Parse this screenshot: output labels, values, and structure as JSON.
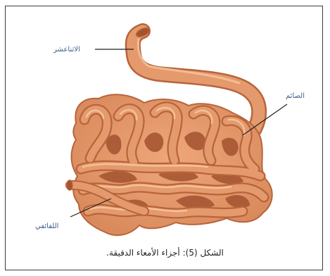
{
  "labels": {
    "duodenum": "الاثناعشر",
    "jejunum": "الصائم",
    "ileum": "اللفائفي"
  },
  "caption": "الشكل (5): أجزاء الأمعاء الدقيقة.",
  "colors": {
    "intestine_fill": "#e49a6c",
    "intestine_outline": "#b8643c",
    "intestine_highlight": "#f8c7a0",
    "intestine_shadow": "#a3532f",
    "label_text": "#3d5f86",
    "border": "#3a3a3a"
  }
}
